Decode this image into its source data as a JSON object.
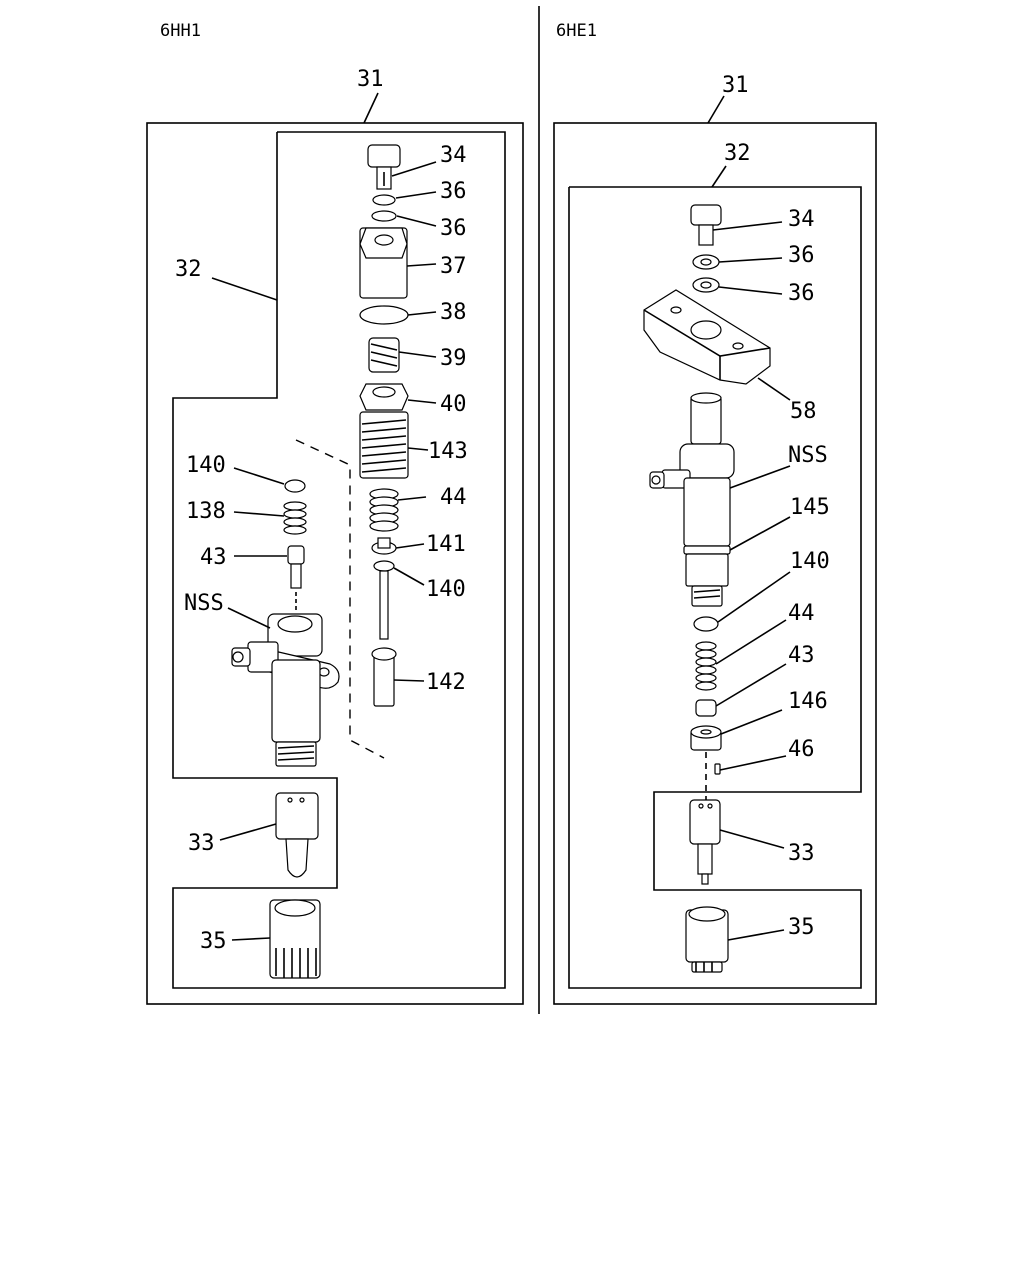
{
  "panels": {
    "left": {
      "title": "6HH1",
      "labels": {
        "l31": "31",
        "l32": "32",
        "l34": "34",
        "l36a": "36",
        "l36b": "36",
        "l37": "37",
        "l38": "38",
        "l39": "39",
        "l40": "40",
        "l143": "143",
        "l44": "44",
        "l141": "141",
        "l140r": "140",
        "l142": "142",
        "l140": "140",
        "l138": "138",
        "l43": "43",
        "lnss": "NSS",
        "l33": "33",
        "l35": "35"
      }
    },
    "right": {
      "title": "6HE1",
      "labels": {
        "l31": "31",
        "l32": "32",
        "l34": "34",
        "l36a": "36",
        "l36b": "36",
        "l58": "58",
        "lnss": "NSS",
        "l145": "145",
        "l140": "140",
        "l44": "44",
        "l43": "43",
        "l146": "146",
        "l46": "46",
        "l33": "33",
        "l35": "35"
      }
    }
  }
}
